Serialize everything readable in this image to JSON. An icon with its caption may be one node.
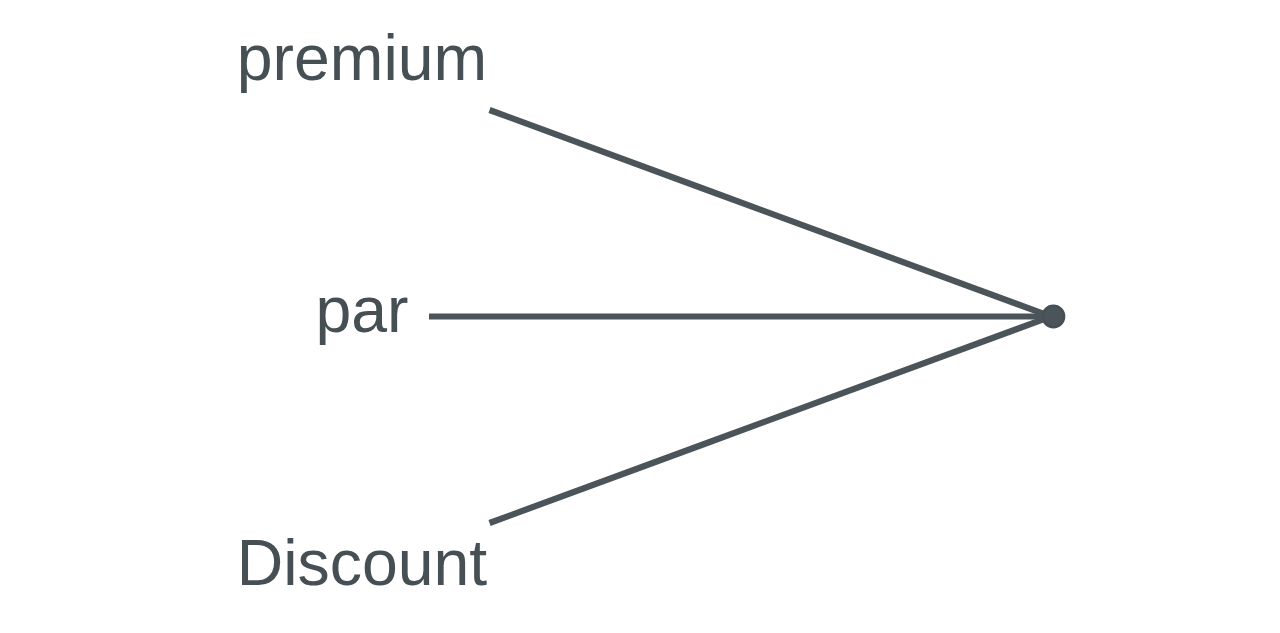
{
  "diagram": {
    "nodes": [
      {
        "text": [
          "premium"
        ]
      },
      {
        "text": [
          "par"
        ]
      },
      {
        "text": [
          "Discount"
        ]
      },
      {
        "text": [],
        "shape": "point"
      }
    ],
    "edges": [
      {
        "from": 0,
        "to": 3,
        "arrow": "none"
      },
      {
        "from": 1,
        "to": 3,
        "arrow": "none"
      },
      {
        "from": 2,
        "to": 3,
        "arrow": "none"
      }
    ]
  }
}
